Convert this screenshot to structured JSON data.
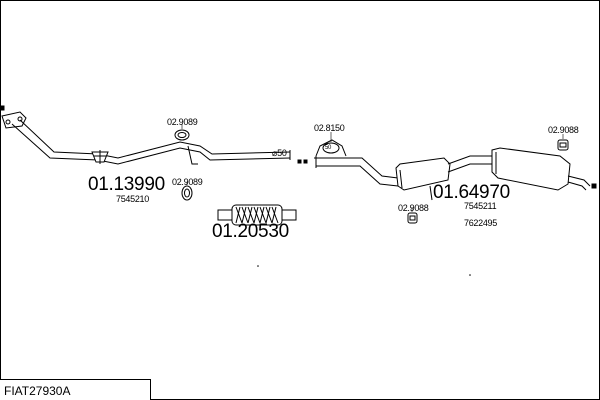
{
  "parts": {
    "front_pipe_code": "01.13990",
    "front_pipe_ref": "7545210",
    "flex_pipe_code": "01.20530",
    "rear_system_code": "01.64970",
    "rear_system_ref_1": "7545211",
    "rear_system_ref_2": "7622495",
    "ring_front_top": "02.9089",
    "ring_front_bottom": "02.9089",
    "clamp_mid": "02.8150",
    "clamp_mid_size": "50",
    "rubber_mid": "02.9088",
    "rubber_rear": "02.9088",
    "pipe_diameter": "⌀50"
  },
  "footer": {
    "model": "FIAT27930A"
  }
}
